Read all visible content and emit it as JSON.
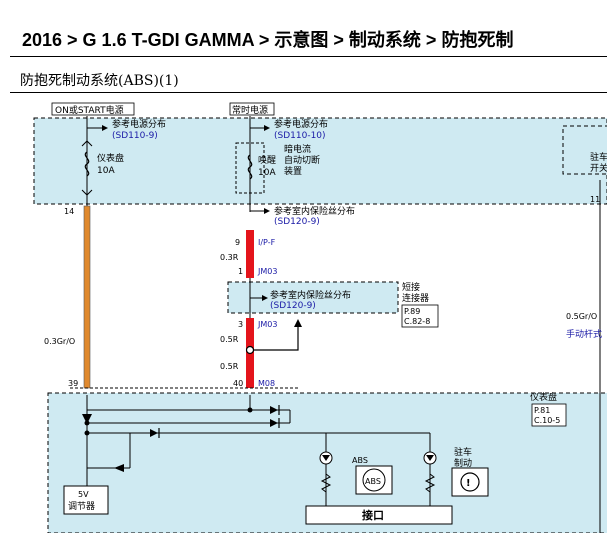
{
  "header": {
    "breadcrumb": "2016 > G 1.6 T-GDI GAMMA > 示意图 > 制动系统 > 防抱死制"
  },
  "section_title": "防抱死制动系统(ABS)(1)",
  "labels": {
    "power_on_start": "ON或START电源",
    "power_constant": "常时电源",
    "ref_power_dist_1": "参考电源分布",
    "ref_power_dist_1_code": "(SD110-9)",
    "ref_power_dist_2": "参考电源分布",
    "ref_power_dist_2_code": "(SD110-10)",
    "cluster_fuse": "仪表盘",
    "cluster_fuse_amp": "10A",
    "wake_fuse": "唤醒",
    "wake_fuse_amp": "10A",
    "dark_current_1": "暗电流",
    "dark_current_2": "自动切断",
    "dark_current_3": "装置",
    "ref_fuse_dist_1": "参考室内保险丝分布",
    "ref_fuse_dist_1_code": "(SD120-9)",
    "ref_fuse_dist_2": "参考室内保险丝分布",
    "ref_fuse_dist_2_code": "(SD120-9)",
    "short_connector_1": "短接",
    "short_connector_2": "连接器",
    "short_ref_1": "P.89",
    "short_ref_2": "C.82-8",
    "parking_1": "驻车",
    "parking_2": "开关",
    "pin_11": "11",
    "wire_05gro": "0.5Gr/O",
    "hand_lever": "手动杆式",
    "pin_14": "14",
    "pin_9": "9",
    "conn_ipf": "I/P-F",
    "wire_03r": "0.3R",
    "pin_1": "1",
    "conn_jm03_a": "JM03",
    "pin_3": "3",
    "conn_jm03_b": "JM03",
    "wire_05r_a": "0.5R",
    "wire_05r_b": "0.5R",
    "wire_03gro": "0.3Gr/O",
    "pin_39": "39",
    "pin_40": "40",
    "conn_m08": "M08",
    "cluster_name": "仪表盘",
    "cluster_ref_1": "P.81",
    "cluster_ref_2": "C.10-5",
    "abs_lamp": "ABS",
    "abs_symbol": "ABS",
    "parking_lamp_1": "驻车",
    "parking_lamp_2": "制动",
    "regulator_1": "5V",
    "regulator_2": "调节器",
    "interface": "接口"
  }
}
